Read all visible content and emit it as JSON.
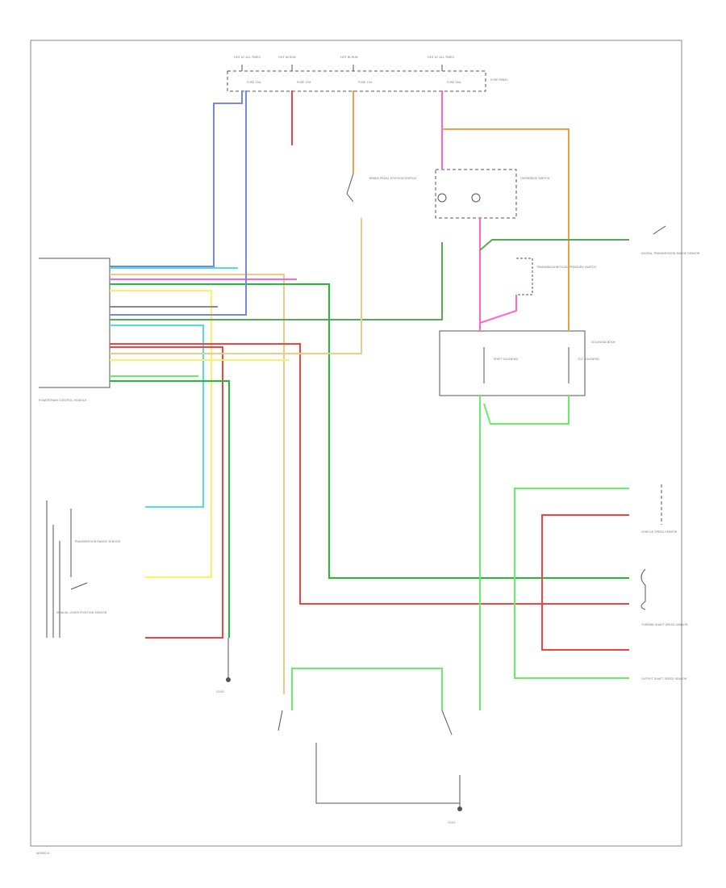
{
  "colors": {
    "black": "#3a3a3a",
    "red": "#ee4444",
    "pink": "#ff66cc",
    "orange": "#f0a040",
    "yellow": "#ffee66",
    "green": "#22bb33",
    "lightgreen": "#66ee66",
    "darkgreen": "#55aa55",
    "blue": "#7788dd",
    "lightblue": "#55dddd",
    "gray": "#888888",
    "tan": "#eecc88"
  },
  "fuse_box": {
    "label": "FUSE PANEL",
    "fuse1_hdr": "HOT AT ALL TIMES",
    "fuse2_hdr": "HOT IN RUN",
    "fuse3_hdr": "HOT IN RUN",
    "fuse4_hdr": "HOT AT ALL TIMES",
    "fuse1": "FUSE 10A",
    "fuse2": "FUSE 15A",
    "fuse3": "FUSE 15A",
    "fuse4": "FUSE 20A"
  },
  "components": {
    "brake_switch": "BRAKE PEDAL POSITION SWITCH",
    "overdrive": "OVERDRIVE SWITCH",
    "pcm": "POWERTRAIN CONTROL MODULE",
    "trans_relay": "TRANSMISSION RANGE SENSOR",
    "solenoid_body": "SOLENOID BODY",
    "tcc_solenoid": "TCC SOLENOID",
    "shift_solenoid": "SHIFT SOLENOID",
    "trans_pressure": "TRANSMISSION FLUID PRESSURE SWITCH",
    "vss": "VEHICLE SPEED SENSOR",
    "turbine_speed": "TURBINE SHAFT SPEED SENSOR",
    "output_speed": "OUTPUT SHAFT SPEED SENSOR",
    "range_sensor": "DIGITAL TRANSMISSION RANGE SENSOR",
    "mlps": "MANUAL LEVER POSITION SENSOR",
    "ground1": "G100",
    "ground2": "G101",
    "footer": "W0000-0"
  }
}
